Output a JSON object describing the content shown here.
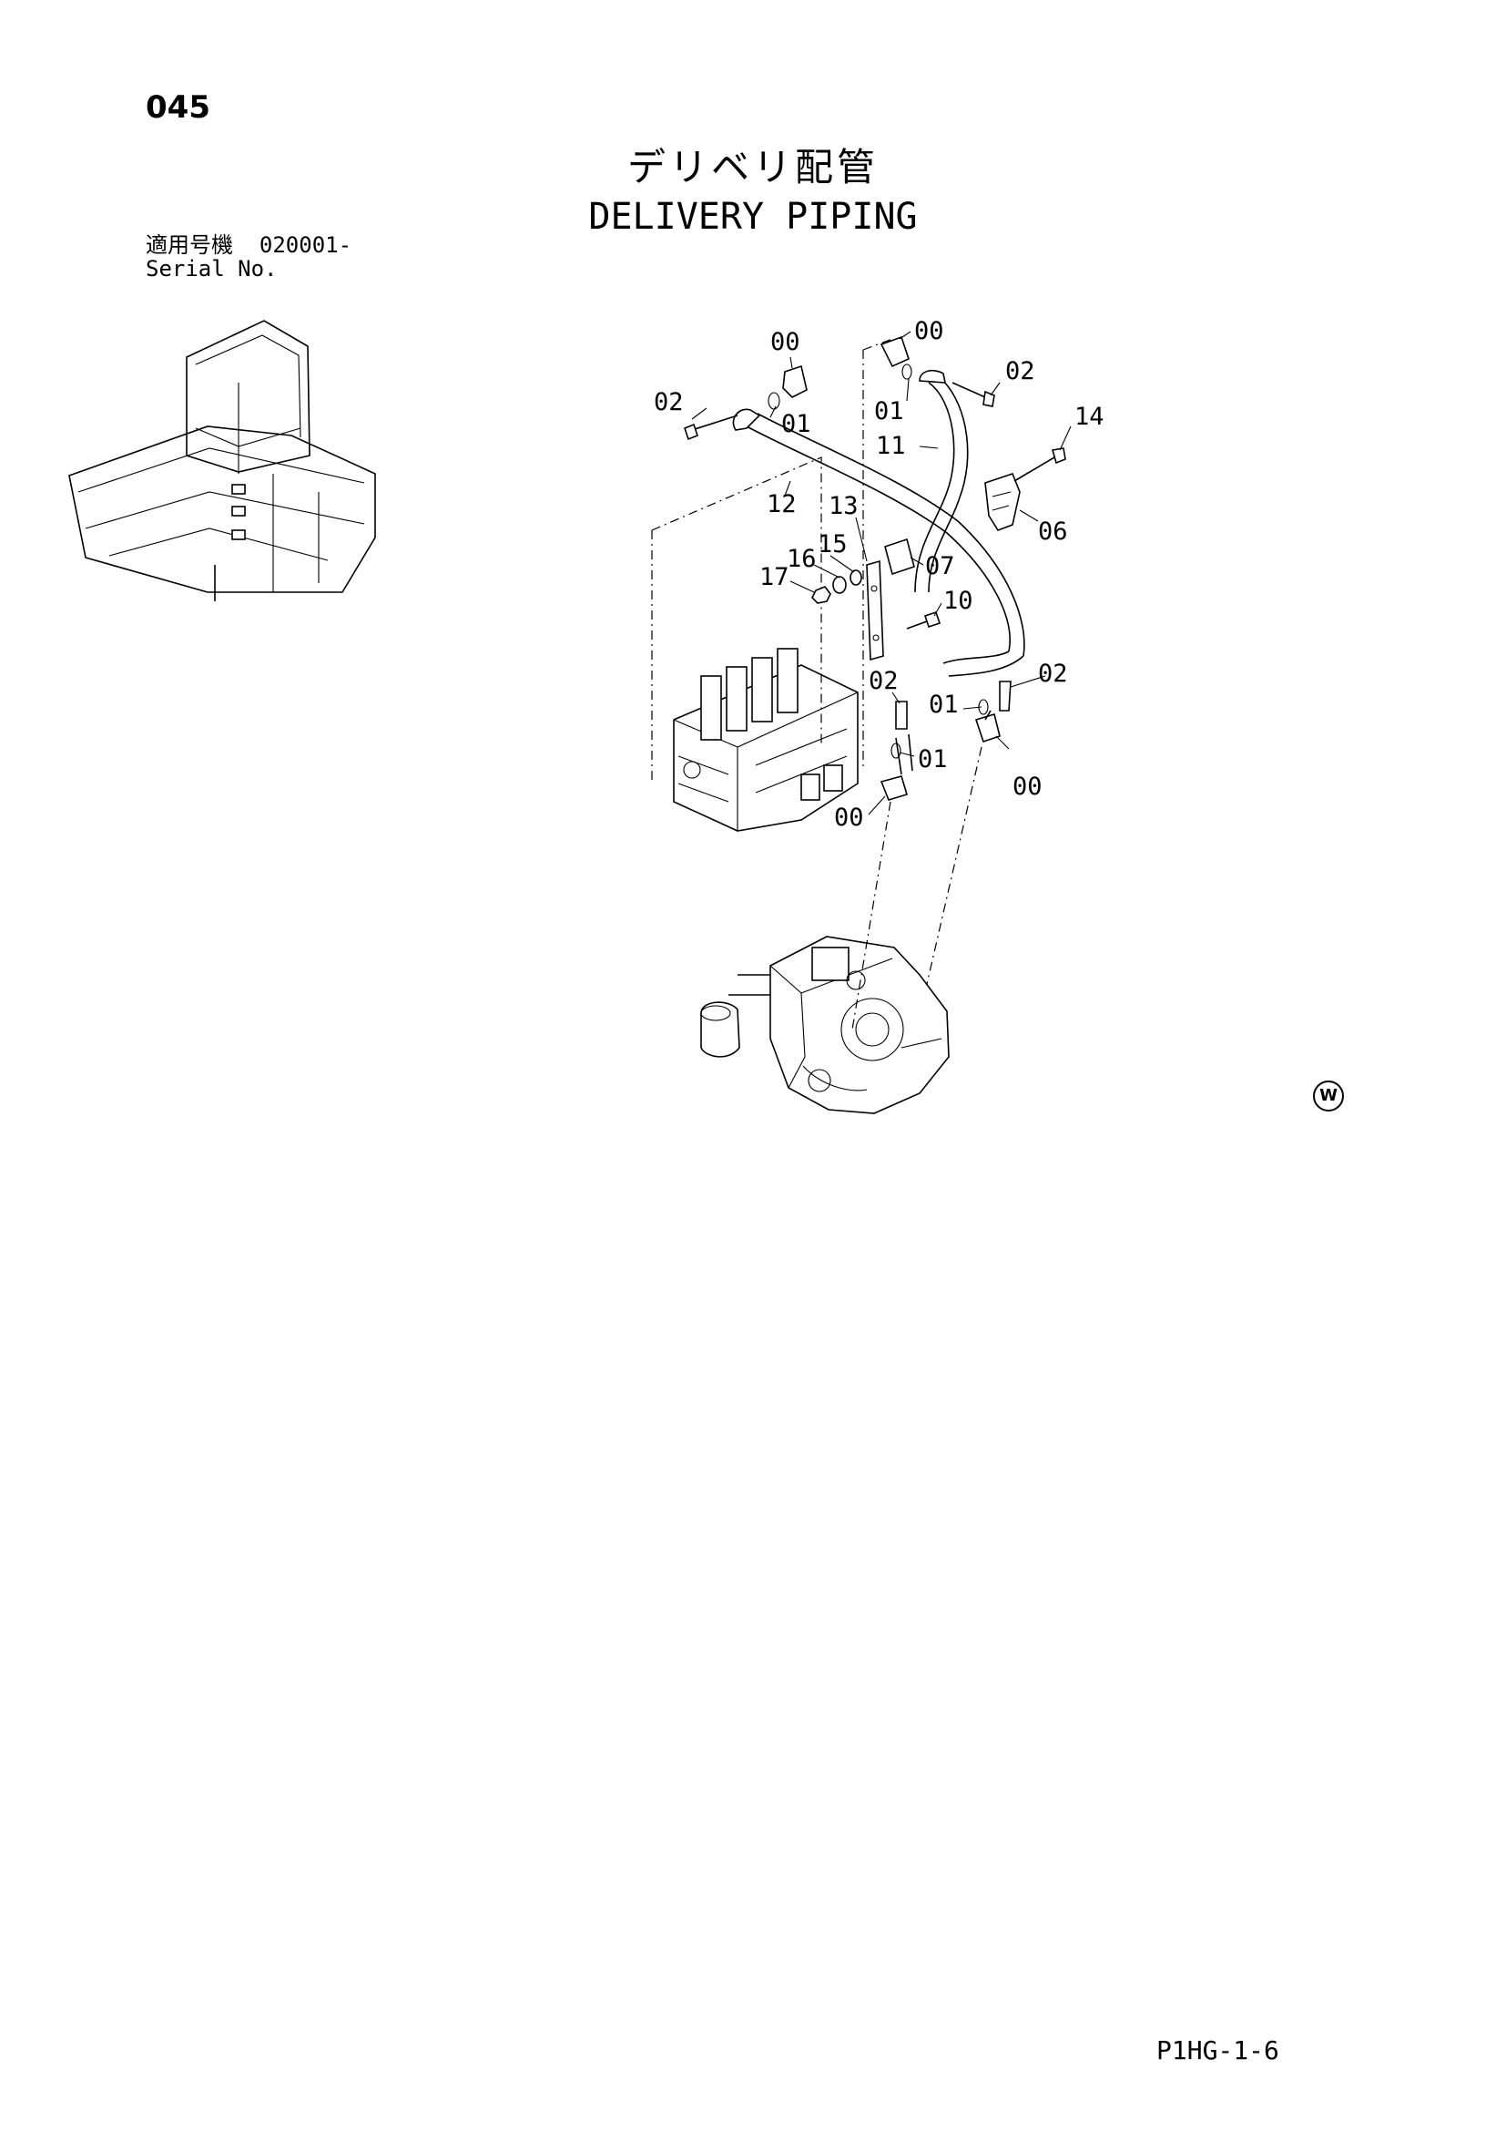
{
  "page_number": "045",
  "title_jp": "デリベリ配管",
  "title_en": "DELIVERY PIPING",
  "serial": {
    "label_jp": "適用号機",
    "range": "020001-",
    "label_en": "Serial No."
  },
  "callouts": {
    "c00a": "00",
    "c00b": "00",
    "c00c": "00",
    "c00d": "00",
    "c01a": "01",
    "c01b": "01",
    "c01c": "01",
    "c01d": "01",
    "c02a": "02",
    "c02b": "02",
    "c02c": "02",
    "c02d": "02",
    "c06": "06",
    "c07": "07",
    "c10": "10",
    "c11": "11",
    "c12": "12",
    "c13": "13",
    "c14": "14",
    "c15": "15",
    "c16": "16",
    "c17": "17"
  },
  "w_mark": "W",
  "doc_code": "P1HG-1-6"
}
